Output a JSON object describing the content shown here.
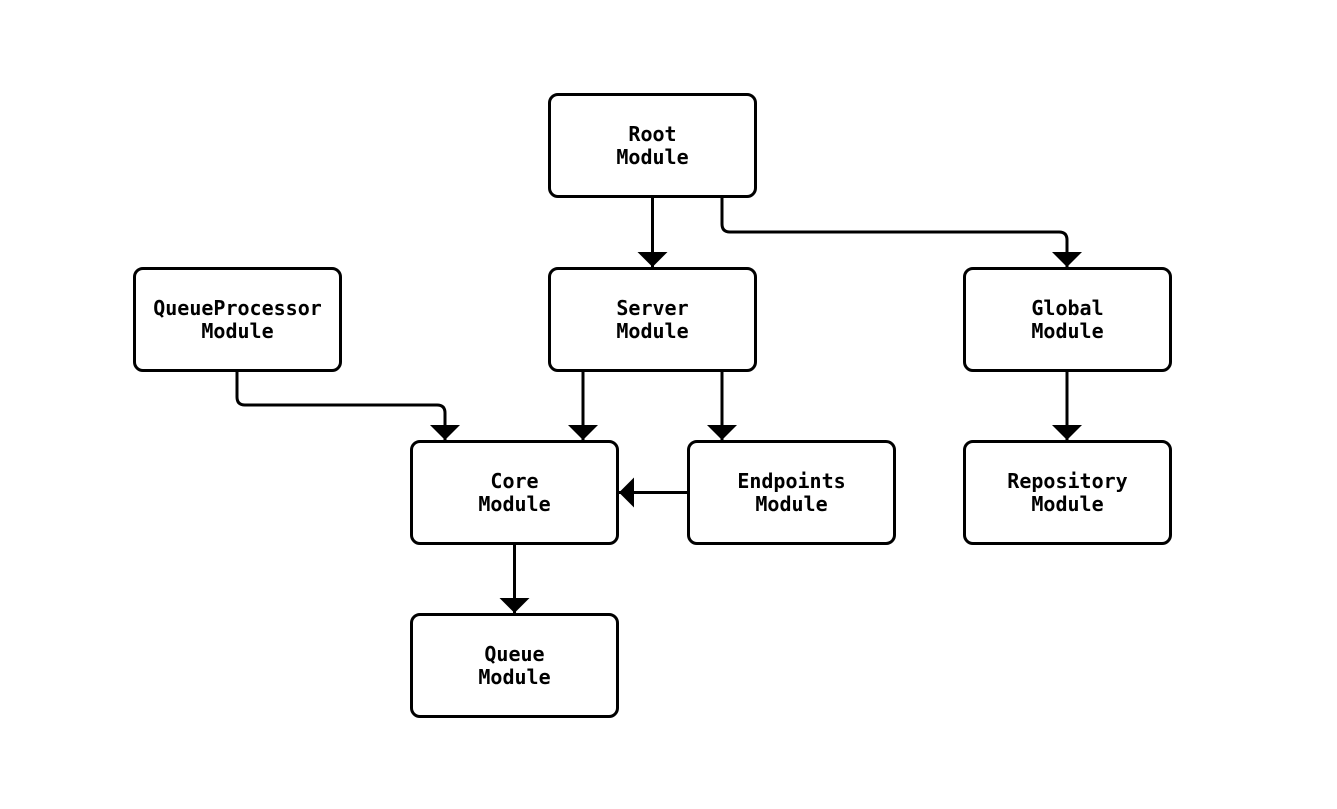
{
  "diagram": {
    "type": "flowchart",
    "background_color": "#ffffff",
    "stroke_color": "#000000",
    "node_fill_color": "#ffffff",
    "node_text_color": "#000000",
    "nodes": [
      {
        "id": "root",
        "label": "Root\nModule"
      },
      {
        "id": "queue-processor",
        "label": "QueueProcessor\nModule"
      },
      {
        "id": "server",
        "label": "Server\nModule"
      },
      {
        "id": "global",
        "label": "Global\nModule"
      },
      {
        "id": "core",
        "label": "Core\nModule"
      },
      {
        "id": "endpoints",
        "label": "Endpoints\nModule"
      },
      {
        "id": "repository",
        "label": "Repository\nModule"
      },
      {
        "id": "queue",
        "label": "Queue\nModule"
      }
    ],
    "edges": [
      {
        "from": "root",
        "to": "server"
      },
      {
        "from": "root",
        "to": "global"
      },
      {
        "from": "queue-processor",
        "to": "core"
      },
      {
        "from": "server",
        "to": "core"
      },
      {
        "from": "server",
        "to": "endpoints"
      },
      {
        "from": "endpoints",
        "to": "core"
      },
      {
        "from": "global",
        "to": "repository"
      },
      {
        "from": "core",
        "to": "queue"
      }
    ]
  }
}
